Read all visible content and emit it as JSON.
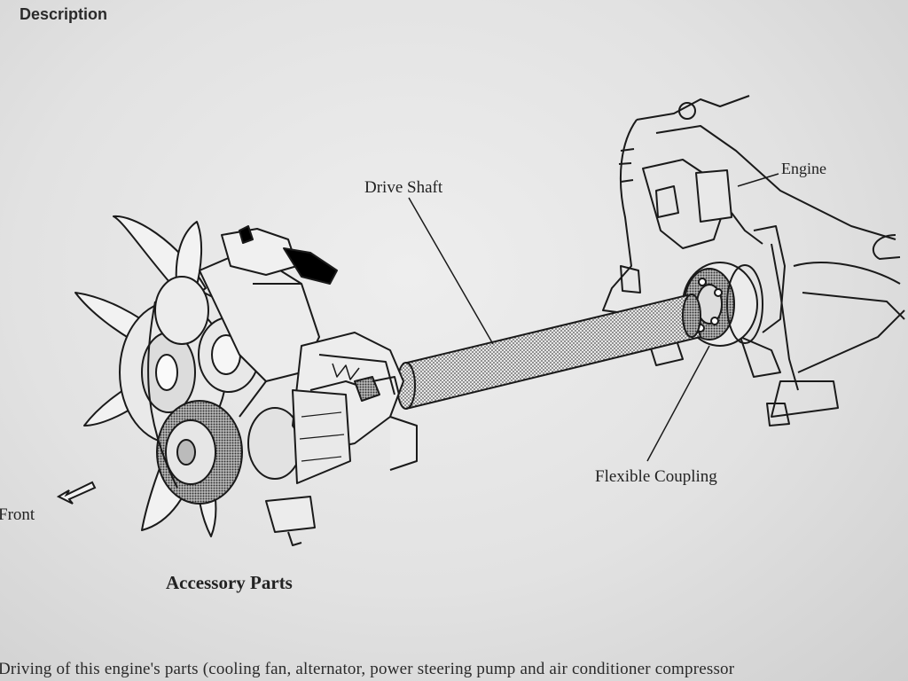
{
  "document": {
    "heading": "Description",
    "figure": {
      "labels": {
        "engine": "Engine",
        "drive_shaft": "Drive Shaft",
        "flexible_coupling": "Flexible Coupling",
        "front": "Front",
        "caption": "Accessory Parts"
      }
    },
    "body_text": "Driving of this engine's parts (cooling fan, alternator, power steering pump and air conditioner compressor"
  }
}
